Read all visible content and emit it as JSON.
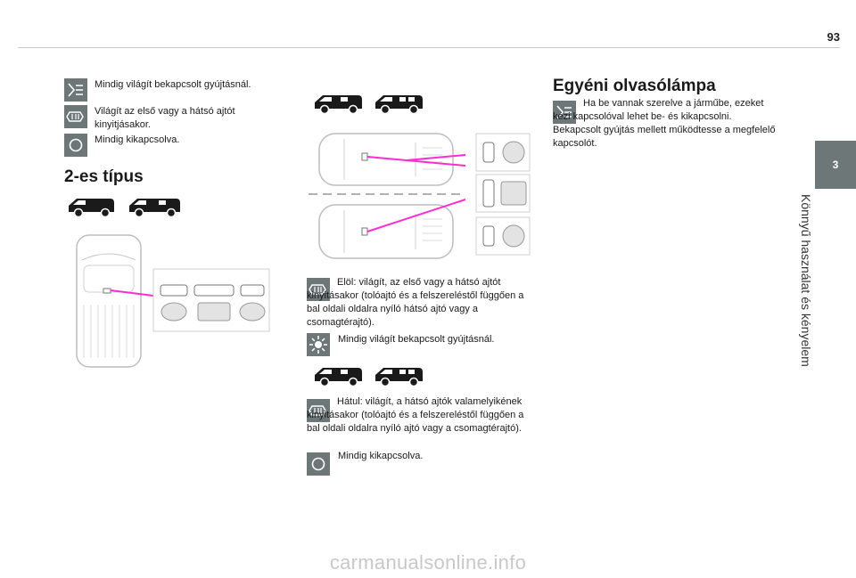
{
  "page": {
    "number": "93",
    "chapter_number": "3",
    "chapter_title": "Könnyű használat és kényelem"
  },
  "colors": {
    "icon_bg": "#6d7778",
    "accent_line": "#ff2bd3",
    "footer_text": "#c8c8c8"
  },
  "left": {
    "items": [
      {
        "icon": "interior-light-on-icon",
        "text": "Mindig világít bekapcsolt gyújtásnál."
      },
      {
        "icon": "door-light-icon",
        "text": "Világít az első vagy a hátsó ajtót kinyitjásakor."
      },
      {
        "icon": "light-off-icon",
        "text": "Mindig kikapcsolva."
      }
    ],
    "type2_heading": "2-es típus"
  },
  "middle": {
    "front": {
      "icon1": "door-light-icon",
      "text": "Elöl: világít, az első vagy a hátsó ajtót kinyitásakor (tolóajtó és a felszereléstől függően a bal oldali oldalra nyíló hátsó ajtó vagy a csomagtérajtó).",
      "icon2": "sun-light-icon",
      "text2": "Mindig világít bekapcsolt gyújtásnál."
    },
    "rear": {
      "icon1": "door-light-icon",
      "text": "Hátul: világít, a hátsó ajtók valamelyikének kinyitásakor (tolóajtó és a felszereléstől függően a bal oldali oldalra nyíló ajtó vagy a csomagtérajtó).",
      "icon2": "light-off-icon",
      "text2": "Mindig kikapcsolva."
    }
  },
  "right": {
    "heading": "Egyéni olvasólámpa",
    "icon": "interior-light-on-icon",
    "text": "Ha be vannak szerelve a járműbe, ezeket kézi kapcsolóval lehet be- és kikapcsolni. Bekapcsolt gyújtás mellett működtesse a megfelelő kapcsolót."
  },
  "footer": {
    "watermark": "carmanualsonline.info"
  }
}
